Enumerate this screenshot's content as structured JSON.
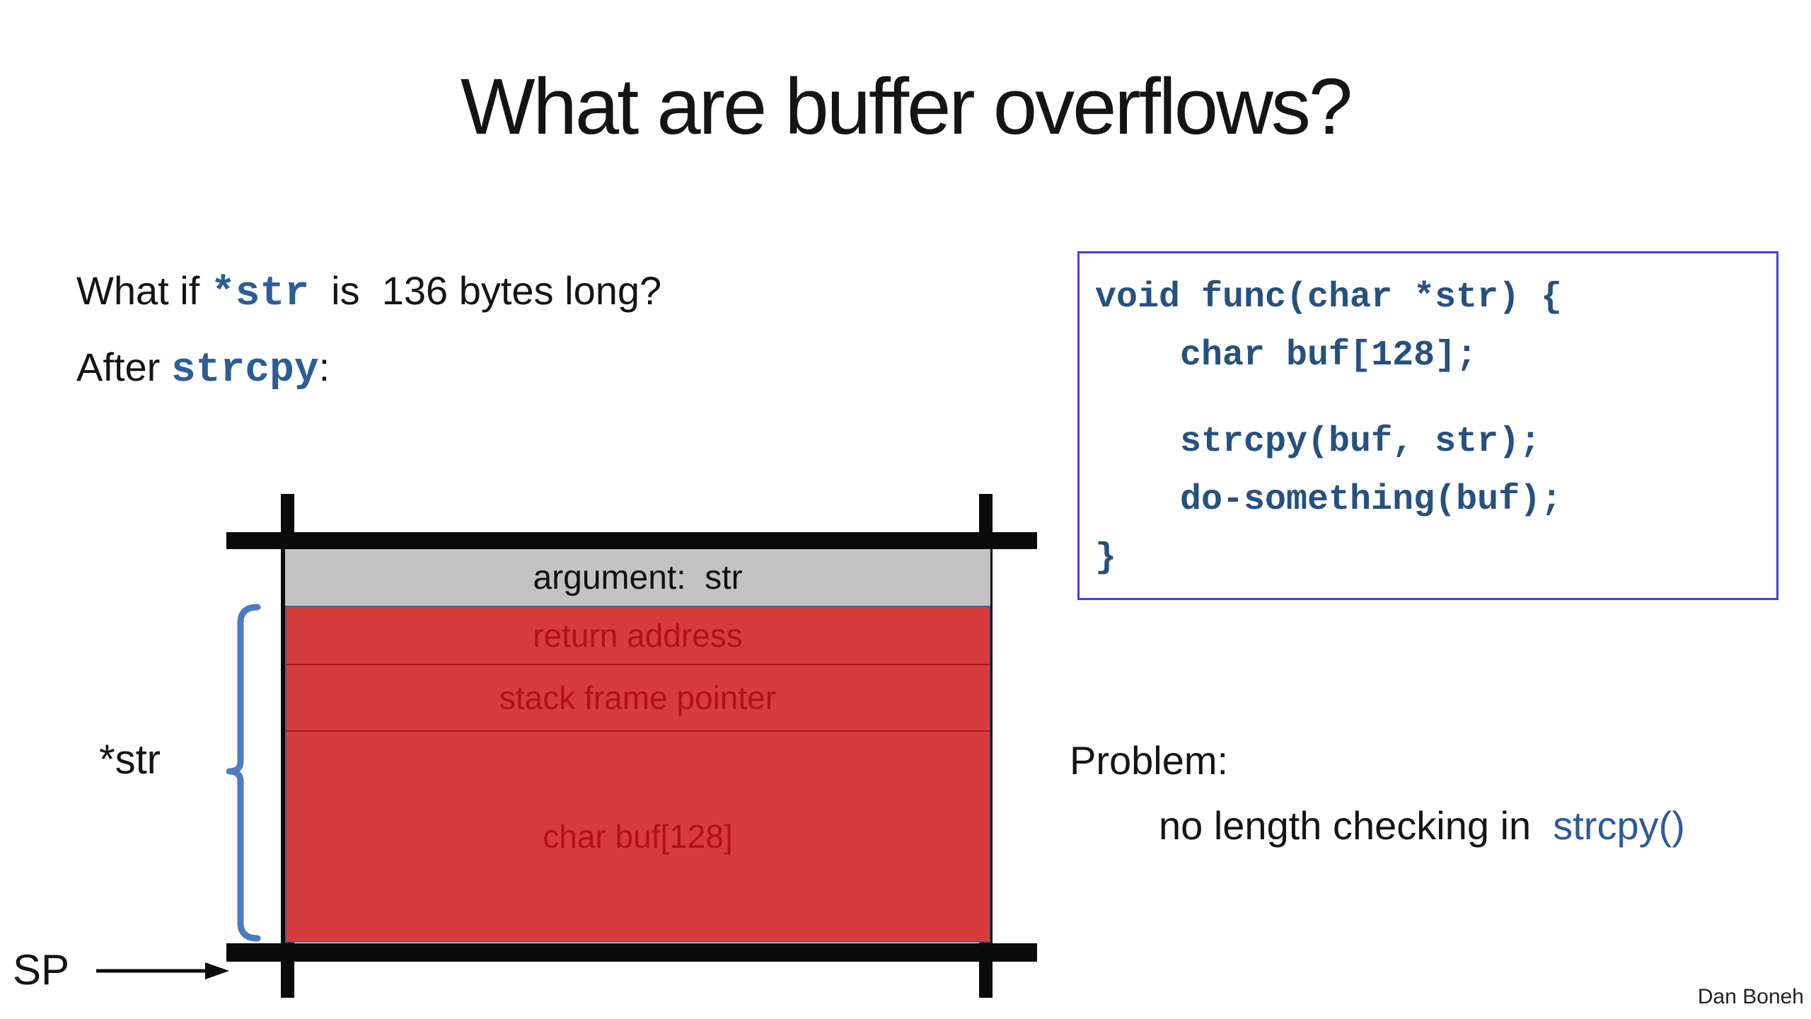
{
  "slide": {
    "title": "What are buffer overflows?",
    "author": "Dan Boneh"
  },
  "question": {
    "line1_prefix": "What if ",
    "line1_code": "*str",
    "line1_suffix": "  is  136 bytes long?",
    "line2_prefix": "After ",
    "line2_code": "strcpy",
    "line2_suffix": ":"
  },
  "code_box": {
    "lines": [
      "void func(char *str) {",
      "    char buf[128];",
      "    strcpy(buf, str);",
      "    do-something(buf);",
      "}"
    ]
  },
  "stack_diagram": {
    "argument_label": "argument:  str",
    "rows": [
      "return address",
      "stack frame pointer",
      "char buf[128]"
    ],
    "brace_label": "*str",
    "sp_label": "SP"
  },
  "problem": {
    "heading": "Problem:",
    "text": "no length checking in  ",
    "code_token": "strcpy()"
  },
  "colors": {
    "code_text": "#26517f",
    "inline_code_blue": "#2d5d96",
    "problem_code_blue": "#2e5b97",
    "code_box_border": "#4140ee",
    "red_fill": "#d73c3c",
    "red_text": "#b01116",
    "red_separator": "#aa1216",
    "gray_fill": "#c3c3c3",
    "brace_blue": "#4d7cbe",
    "frame_black": "#0a0a0a"
  }
}
